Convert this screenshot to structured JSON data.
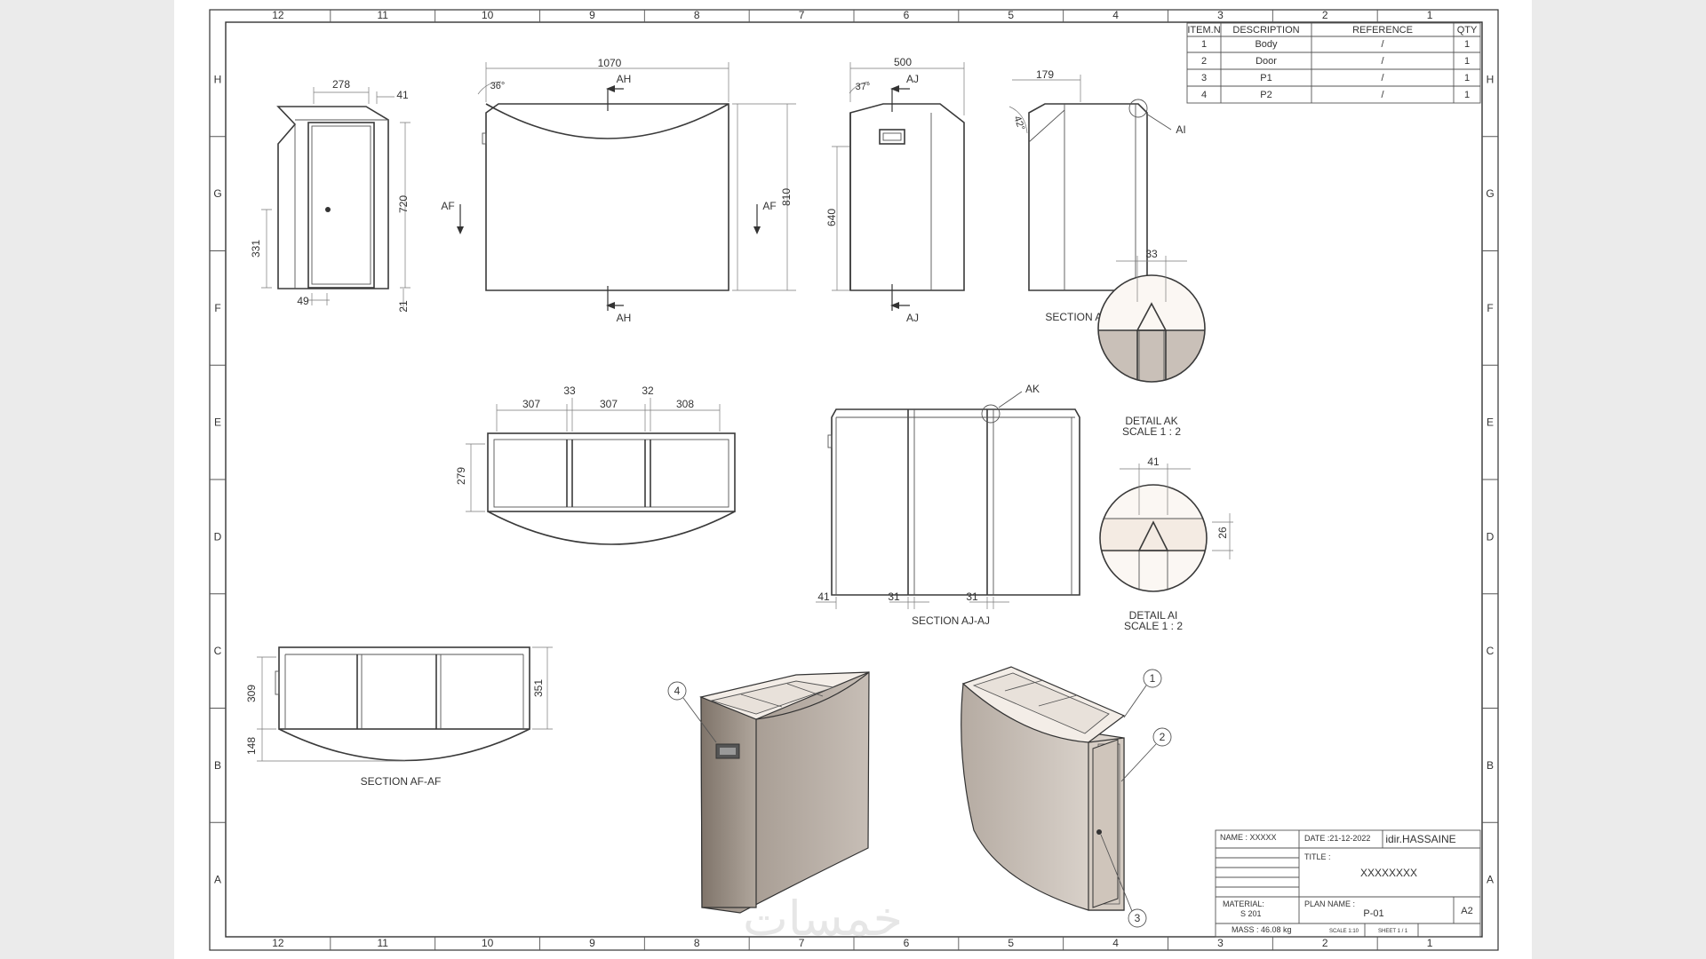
{
  "border": {
    "column_numbers": [
      "12",
      "11",
      "10",
      "9",
      "8",
      "7",
      "6",
      "5",
      "4",
      "3",
      "2",
      "1"
    ],
    "row_letters": [
      "H",
      "G",
      "F",
      "E",
      "D",
      "C",
      "B",
      "A"
    ]
  },
  "bom": {
    "headers": [
      "ITEM.N",
      "DESCRIPTION",
      "REFERENCE",
      "QTY"
    ],
    "rows": [
      [
        "1",
        "Body",
        "/",
        "1"
      ],
      [
        "2",
        "Door",
        "/",
        "1"
      ],
      [
        "3",
        "P1",
        "/",
        "1"
      ],
      [
        "4",
        "P2",
        "/",
        "1"
      ]
    ]
  },
  "views": {
    "side_left": {
      "dims": [
        "278",
        "41",
        "720",
        "331",
        "49",
        "21"
      ]
    },
    "front": {
      "dims": [
        "1070",
        "36°",
        "810"
      ],
      "section_h": "AH",
      "section_f": "AF"
    },
    "side_right": {
      "dims": [
        "500",
        "37°",
        "640"
      ],
      "section_j": "AJ"
    },
    "section_ah": {
      "title": "SECTION AH-AH",
      "dims": [
        "179",
        "42°"
      ],
      "callout": "AI"
    },
    "top": {
      "dims": [
        "307",
        "33",
        "307",
        "32",
        "308",
        "279"
      ]
    },
    "section_aj": {
      "title": "SECTION AJ-AJ",
      "dims": [
        "41",
        "31",
        "31"
      ],
      "callout": "AK"
    },
    "section_af": {
      "title": "SECTION AF-AF",
      "dims": [
        "309",
        "148",
        "351"
      ]
    },
    "detail_ak": {
      "title": "DETAIL AK",
      "scale": "SCALE 1 : 2",
      "dim": "33"
    },
    "detail_ai": {
      "title": "DETAIL AI",
      "scale": "SCALE 1 : 2",
      "dims": [
        "41",
        "26"
      ]
    },
    "balloons": [
      "1",
      "2",
      "3",
      "4"
    ]
  },
  "title_block": {
    "name": "NAME : XXXXX",
    "date": "DATE :21-12-2022",
    "author": "idir.HASSAINE",
    "title_label": "TITLE :",
    "title_value": "XXXXXXXX",
    "material_label": "MATERIAL:",
    "material_value": "S 201",
    "plan_label": "PLAN NAME :",
    "plan_value": "P-01",
    "size": "A2",
    "mass": "MASS : 46.08 kg",
    "scale": "SCALE 1:10",
    "sheet": "SHEET 1 / 1"
  },
  "watermark": "خمسات",
  "colors": {
    "shade_dark": "#8f8479",
    "shade_light": "#c9c0b8",
    "top_face": "#f2ece6",
    "line": "#333333"
  }
}
